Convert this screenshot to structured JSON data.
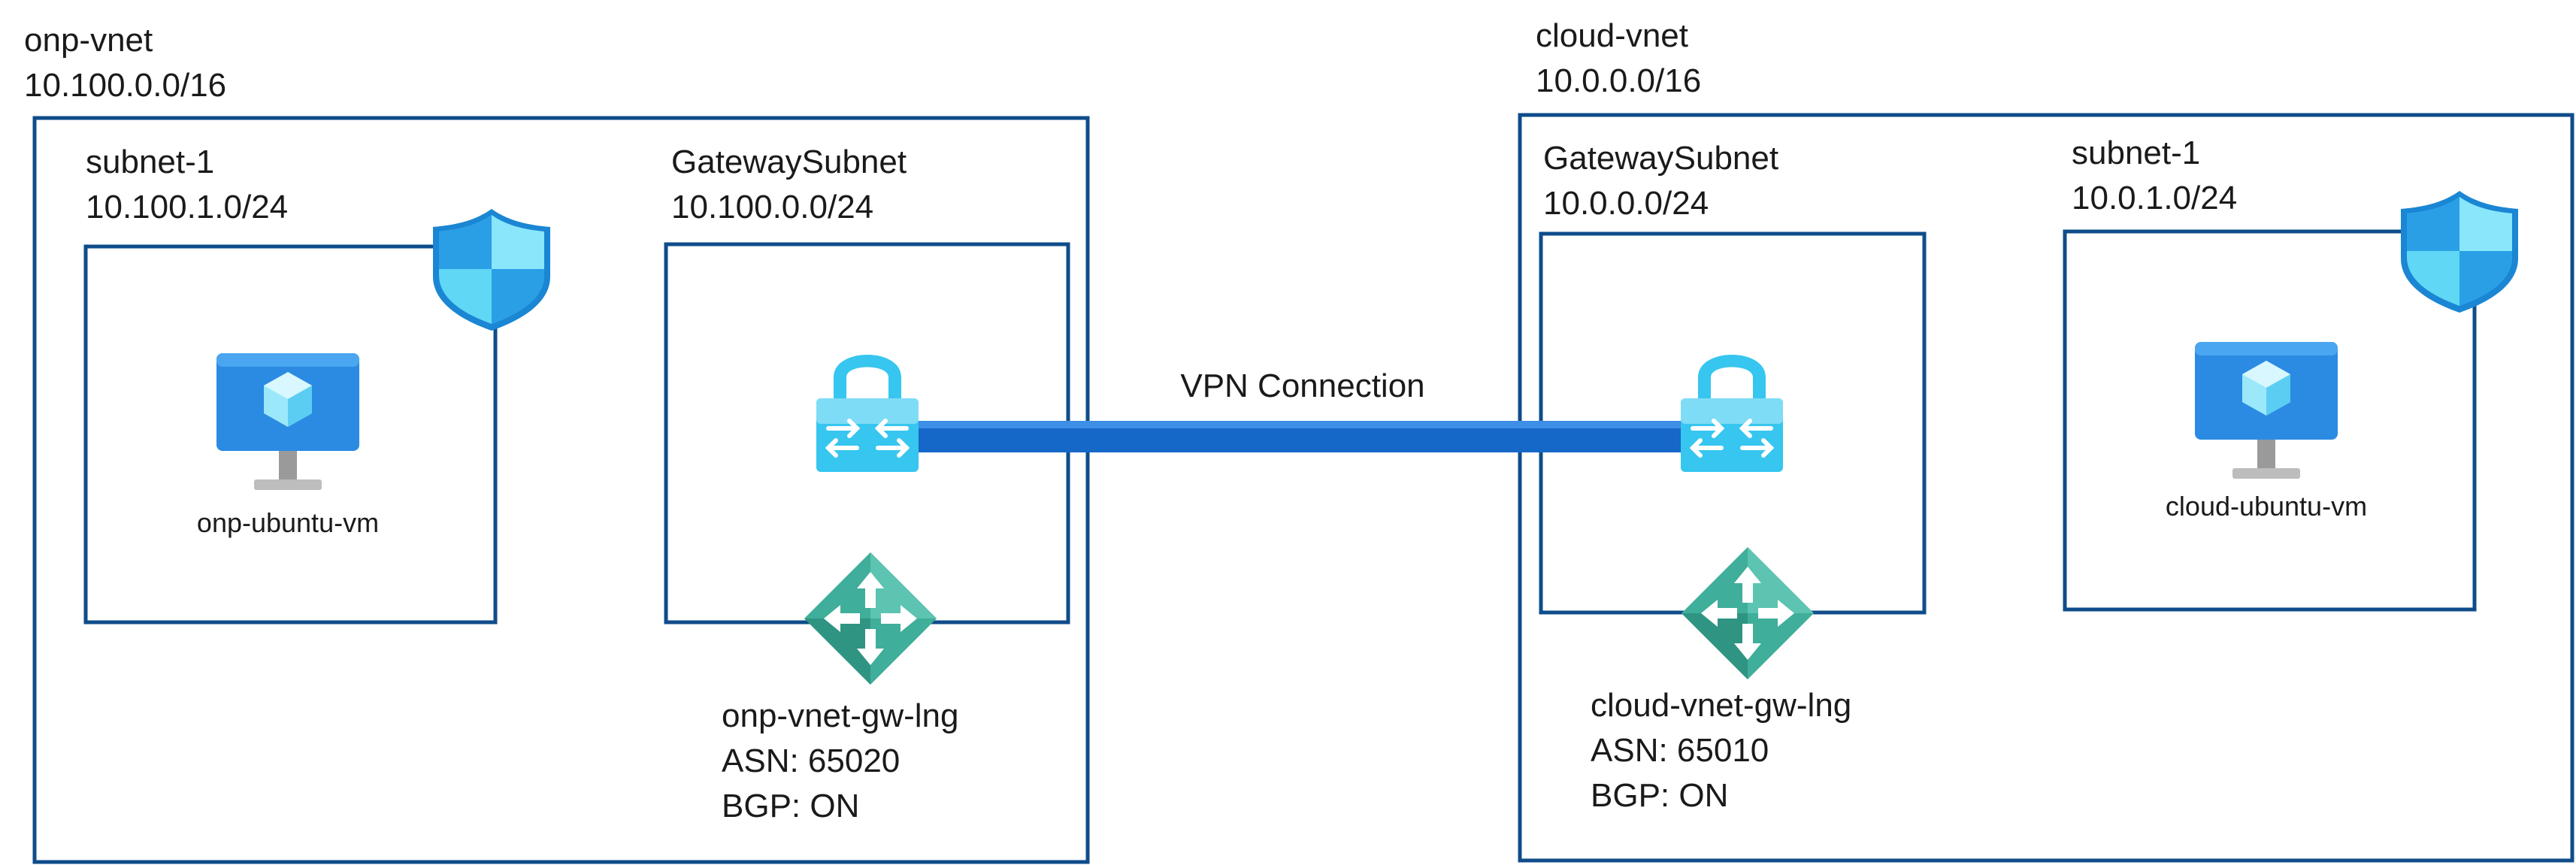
{
  "colors": {
    "border": "#0f4c8a",
    "vpn_link": "#1668c8",
    "shield_light": "#5fd7f5",
    "shield_dark": "#1a86d4",
    "lock": "#36c6ef",
    "router": "#3fae9a",
    "monitor": "#2b8be3"
  },
  "onp": {
    "vnet_name": "onp-vnet",
    "vnet_cidr": "10.100.0.0/16",
    "subnet_name": "subnet-1",
    "subnet_cidr": "10.100.1.0/24",
    "vm_name": "onp-ubuntu-vm",
    "gwsubnet_name": "GatewaySubnet",
    "gwsubnet_cidr": "10.100.0.0/24",
    "lng_name": "onp-vnet-gw-lng",
    "asn": "ASN: 65020",
    "bgp": "BGP: ON"
  },
  "cloud": {
    "vnet_name": "cloud-vnet",
    "vnet_cidr": "10.0.0.0/16",
    "subnet_name": "subnet-1",
    "subnet_cidr": "10.0.1.0/24",
    "vm_name": "cloud-ubuntu-vm",
    "gwsubnet_name": "GatewaySubnet",
    "gwsubnet_cidr": "10.0.0.0/24",
    "lng_name": "cloud-vnet-gw-lng",
    "asn": "ASN: 65010",
    "bgp": "BGP: ON"
  },
  "connection": {
    "label": "VPN Connection"
  },
  "icons": {
    "nsg": "shield-icon",
    "vm": "virtual-machine-icon",
    "vpn_gateway": "lock-gateway-icon",
    "local_network_gateway": "router-arrows-icon"
  }
}
